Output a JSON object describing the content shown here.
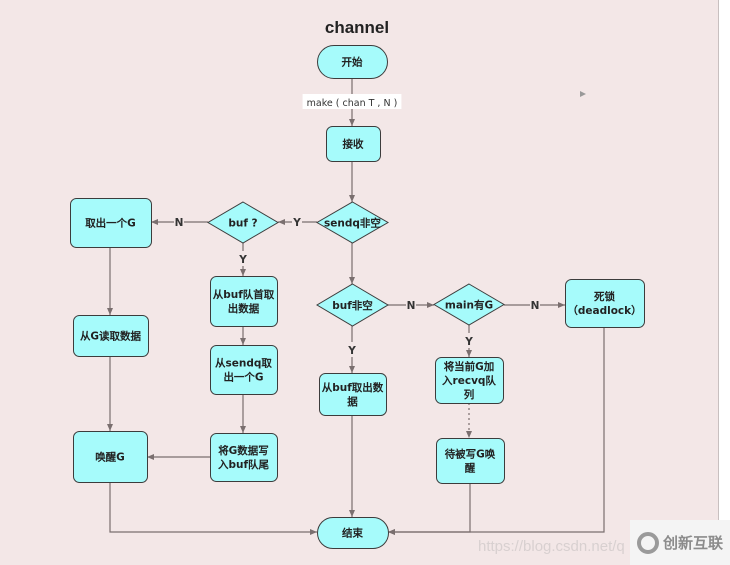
{
  "title": "channel",
  "colors": {
    "background": "#f3e7e7",
    "node_fill": "#a6fbfb",
    "node_stroke": "#3c3c3c",
    "edge": "#7a6f6f"
  },
  "nodes": [
    {
      "id": "start",
      "shape": "terminal",
      "lines": [
        "开始"
      ]
    },
    {
      "id": "recv",
      "shape": "process",
      "lines": [
        "接收"
      ]
    },
    {
      "id": "sendq",
      "shape": "decision",
      "lines": [
        "sendq非空"
      ]
    },
    {
      "id": "buf",
      "shape": "decision",
      "lines": [
        "buf ?"
      ]
    },
    {
      "id": "takeG",
      "shape": "process",
      "lines": [
        "取出一个G"
      ]
    },
    {
      "id": "readG",
      "shape": "process",
      "lines": [
        "从G读取数据"
      ]
    },
    {
      "id": "wakeG",
      "shape": "process",
      "lines": [
        "唤醒G"
      ]
    },
    {
      "id": "bufHead",
      "shape": "process",
      "lines": [
        "从buf队首取",
        "出数据"
      ]
    },
    {
      "id": "sendqG",
      "shape": "process",
      "lines": [
        "从sendq取",
        "出一个G"
      ]
    },
    {
      "id": "writeBuf",
      "shape": "process",
      "lines": [
        "将G数据写",
        "入buf队尾"
      ]
    },
    {
      "id": "bufNonEmpty",
      "shape": "decision",
      "lines": [
        "buf非空"
      ]
    },
    {
      "id": "bufTake",
      "shape": "process",
      "lines": [
        "从buf取出数",
        "据"
      ]
    },
    {
      "id": "mainG",
      "shape": "decision",
      "lines": [
        "main有G"
      ]
    },
    {
      "id": "deadlock",
      "shape": "process",
      "lines": [
        "死锁",
        "（deadlock）"
      ]
    },
    {
      "id": "joinRecvq",
      "shape": "process",
      "lines": [
        "将当前G加",
        "入recvq队",
        "列"
      ]
    },
    {
      "id": "waitWake",
      "shape": "process",
      "lines": [
        "待被写G唤",
        "醒"
      ]
    },
    {
      "id": "end",
      "shape": "terminal",
      "lines": [
        "结束"
      ]
    }
  ],
  "edges": [
    {
      "from": "start",
      "to": "recv",
      "label": "make ( chan T , N )"
    },
    {
      "from": "recv",
      "to": "sendq",
      "label": ""
    },
    {
      "from": "sendq",
      "to": "buf",
      "label": "Y"
    },
    {
      "from": "buf",
      "to": "takeG",
      "label": "N"
    },
    {
      "from": "buf",
      "to": "bufHead",
      "label": "Y"
    },
    {
      "from": "takeG",
      "to": "readG",
      "label": ""
    },
    {
      "from": "readG",
      "to": "wakeG",
      "label": ""
    },
    {
      "from": "bufHead",
      "to": "sendqG",
      "label": ""
    },
    {
      "from": "sendqG",
      "to": "writeBuf",
      "label": ""
    },
    {
      "from": "writeBuf",
      "to": "wakeG",
      "label": ""
    },
    {
      "from": "sendq",
      "to": "bufNonEmpty",
      "label": ""
    },
    {
      "from": "bufNonEmpty",
      "to": "bufTake",
      "label": "Y"
    },
    {
      "from": "bufNonEmpty",
      "to": "mainG",
      "label": "N"
    },
    {
      "from": "mainG",
      "to": "deadlock",
      "label": "N"
    },
    {
      "from": "mainG",
      "to": "joinRecvq",
      "label": "Y"
    },
    {
      "from": "joinRecvq",
      "to": "waitWake",
      "label": "",
      "style": "dotted"
    },
    {
      "from": "wakeG",
      "to": "end",
      "label": ""
    },
    {
      "from": "bufTake",
      "to": "end",
      "label": ""
    },
    {
      "from": "waitWake",
      "to": "end",
      "label": ""
    },
    {
      "from": "deadlock",
      "to": "end",
      "label": ""
    }
  ],
  "watermark": "https://blog.csdn.net/q",
  "logo_text": "创新互联"
}
